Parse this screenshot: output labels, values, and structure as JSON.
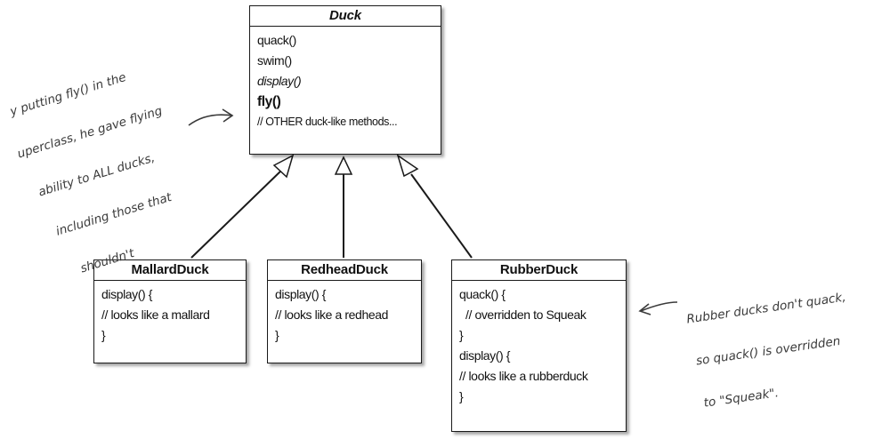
{
  "duck": {
    "title": "Duck",
    "methods": [
      "quack()",
      "swim()",
      "display()",
      "fly()",
      "// OTHER duck-like methods..."
    ]
  },
  "mallard": {
    "title": "MallardDuck",
    "lines": [
      "display() {",
      "// looks like a mallard",
      "}"
    ]
  },
  "redhead": {
    "title": "RedheadDuck",
    "lines": [
      "display() {",
      "// looks like a redhead",
      "}"
    ]
  },
  "rubber": {
    "title": "RubberDuck",
    "lines": [
      "quack() {",
      "  // overridden to Squeak",
      "}",
      "display() {",
      "// looks like a rubberduck",
      "}"
    ]
  },
  "notes": {
    "left": [
      "y putting fly() in the",
      "uperclass, he gave flying",
      "ability to ALL ducks,",
      "including those that",
      "shouldn't"
    ],
    "right": [
      "Rubber ducks don't quack,",
      "so quack() is overridden",
      "to \"Squeak\"."
    ]
  },
  "colors": {
    "line": "#1a1a1a",
    "annotation": "#3a3a3a"
  }
}
